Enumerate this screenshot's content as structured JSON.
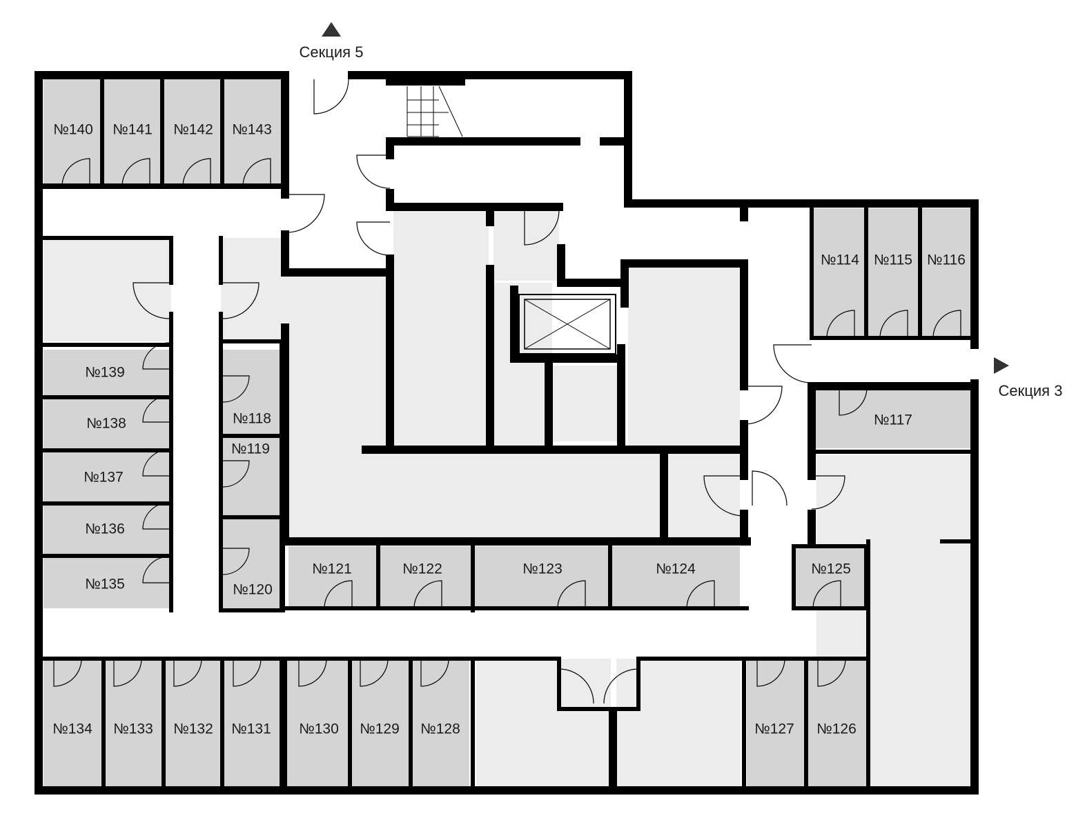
{
  "colors": {
    "storage": "#d4d4d4",
    "common": "#ececec",
    "wall": "#000000",
    "arrow": "#333333"
  },
  "sections": {
    "north": "Секция 5",
    "east": "Секция 3"
  },
  "rooms": {
    "r140": "№140",
    "r141": "№141",
    "r142": "№142",
    "r143": "№143",
    "r139": "№139",
    "r138": "№138",
    "r137": "№137",
    "r136": "№136",
    "r135": "№135",
    "r118": "№118",
    "r119": "№119",
    "r120": "№120",
    "r121": "№121",
    "r122": "№122",
    "r123": "№123",
    "r124": "№124",
    "r125": "№125",
    "r114": "№114",
    "r115": "№115",
    "r116": "№116",
    "r117": "№117",
    "r134": "№134",
    "r133": "№133",
    "r132": "№132",
    "r131": "№131",
    "r130": "№130",
    "r129": "№129",
    "r128": "№128",
    "r127": "№127",
    "r126": "№126"
  }
}
